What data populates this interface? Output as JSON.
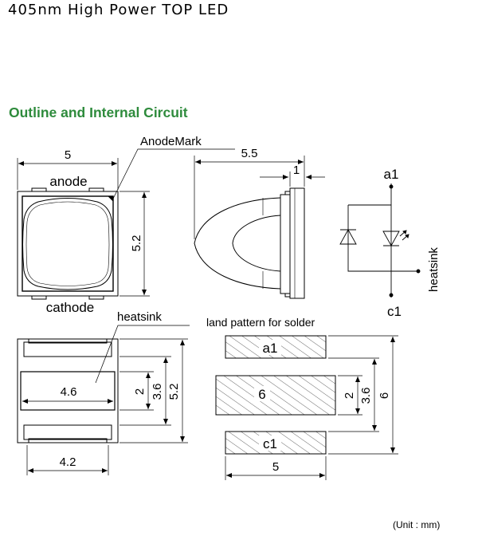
{
  "header": {
    "title": "405nm High Power TOP LED",
    "section_title": "Outline and Internal Circuit",
    "unit_note": "(Unit : mm)"
  },
  "top_view": {
    "width_dim": "5",
    "height_dim": "5.2",
    "anode_label": "anode",
    "cathode_label": "cathode",
    "anode_mark_label": "AnodeMark"
  },
  "side_view": {
    "overall_dim": "5.5",
    "flange_dim": "1"
  },
  "circuit": {
    "a1_label": "a1",
    "c1_label": "c1",
    "heatsink_label": "heatsink"
  },
  "bottom_view": {
    "heatsink_label": "heatsink",
    "pad_width_dim": "4.6",
    "pad_height_dim": "2",
    "inner_height_dim": "3.6",
    "outer_height_dim": "5.2",
    "bottom_width_dim": "4.2"
  },
  "land_pattern": {
    "title": "land pattern for solder",
    "a1_label": "a1",
    "center_label": "6",
    "c1_label": "c1",
    "center_height_dim": "2",
    "inner_height_dim": "3.6",
    "outer_height_dim": "6",
    "width_dim": "5"
  }
}
